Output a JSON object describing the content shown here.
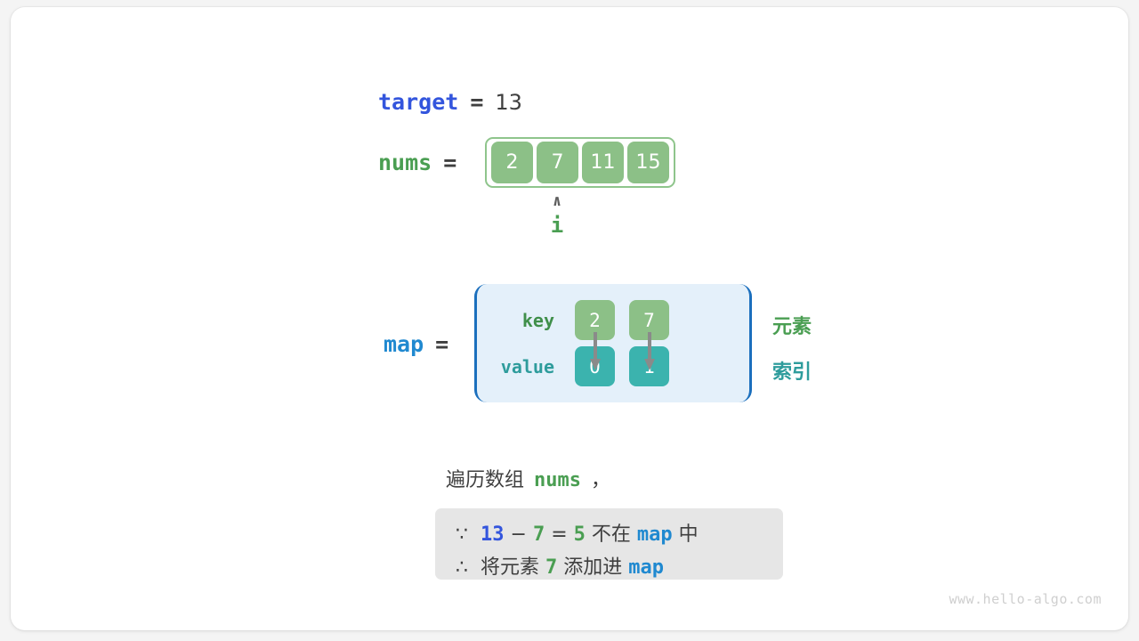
{
  "title_vars": {
    "target_name": "target",
    "target_value": "13",
    "nums_name": "nums",
    "map_name": "map",
    "equals": "="
  },
  "array": {
    "label": "nums",
    "cells": [
      "2",
      "7",
      "11",
      "15"
    ],
    "pointer_caret": "∧",
    "pointer_label": "i",
    "pointer_index": 1
  },
  "map": {
    "label": "map",
    "row_labels": {
      "key": "key",
      "value": "value"
    },
    "entries": [
      {
        "key": "2",
        "value": "0"
      },
      {
        "key": "7",
        "value": "1"
      }
    ],
    "side_notes": {
      "element": "元素",
      "index": "索引"
    }
  },
  "caption": {
    "text_before": "遍历数组",
    "var": "nums",
    "text_after": "，"
  },
  "info_box": {
    "line1": {
      "symbol": "∵",
      "a": "13",
      "minus": "−",
      "b": "7",
      "eq": "=",
      "result": "5",
      "text_mid": "不在",
      "map": "map",
      "text_end": "中"
    },
    "line2": {
      "symbol": "∴",
      "text_start": "将元素",
      "value": "7",
      "text_mid": "添加进",
      "map": "map"
    }
  },
  "watermark": "www.hello-algo.com",
  "colors": {
    "target_blue": "#3355dd",
    "map_blue": "#2089d0",
    "green": "#4a9e52",
    "cell_green": "#8cc087",
    "cell_teal": "#3bb3ae",
    "map_bg": "#e4f0fa",
    "map_border": "#1b6fbd",
    "info_bg": "#e6e6e6",
    "text_dark": "#3f3f3f"
  }
}
